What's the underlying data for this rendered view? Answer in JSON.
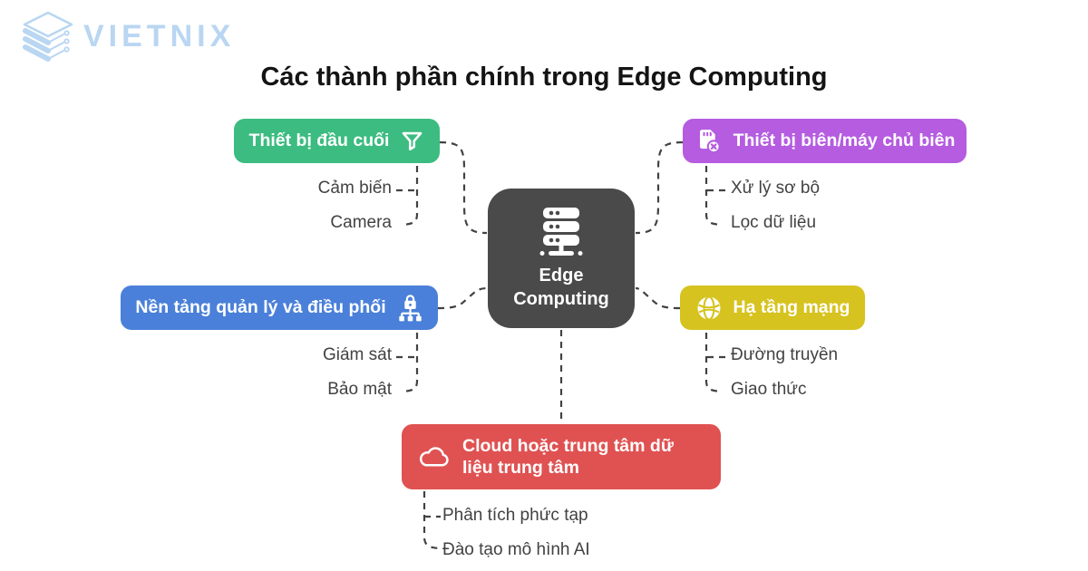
{
  "brand": {
    "name": "VIETNIX",
    "logo_icon": "layers-stack-icon",
    "logo_color": "#b9d6f2"
  },
  "title": "Các thành phần chính trong Edge Computing",
  "center": {
    "line1": "Edge",
    "line2": "Computing",
    "icon": "server-icon",
    "color": "#4a4a4a"
  },
  "nodes": [
    {
      "id": "terminal-devices",
      "label": "Thiết bị đầu cuối",
      "icon": "filter-icon",
      "color": "#3cbc80",
      "children": [
        "Cảm biến",
        "Camera"
      ]
    },
    {
      "id": "edge-devices",
      "label": "Thiết bị biên/máy chủ biên",
      "icon": "memory-card-icon",
      "color": "#b55ce0",
      "children": [
        "Xử lý sơ bộ",
        "Lọc dữ liệu"
      ]
    },
    {
      "id": "management-platform",
      "label": "Nền tảng quản lý và điều phối",
      "icon": "secure-network-icon",
      "color": "#4a80d9",
      "children": [
        "Giám sát",
        "Bảo mật"
      ]
    },
    {
      "id": "network-infrastructure",
      "label": "Hạ tầng mạng",
      "icon": "globe-icon",
      "color": "#d6c31f",
      "children": [
        "Đường truyền",
        "Giao thức"
      ]
    },
    {
      "id": "cloud-datacenter",
      "label": "Cloud hoặc trung tâm dữ liệu trung tâm",
      "icon": "cloud-icon",
      "color": "#e05252",
      "children": [
        "Phân tích phức tạp",
        "Đào tạo mô hình AI"
      ]
    }
  ],
  "connector_color": "#424242"
}
